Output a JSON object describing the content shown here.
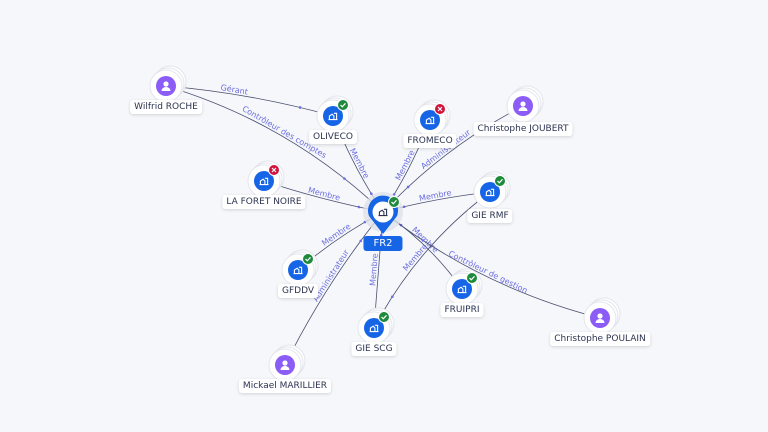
{
  "colors": {
    "company": "#1565e6",
    "person": "#8b5cf6",
    "active": "#1f8a3c",
    "inactive": "#d0143c",
    "edge": "#4a5070",
    "edge_label": "#6b6ee0"
  },
  "center": {
    "label": "FR2",
    "icon": "building-icon",
    "status": "active"
  },
  "nodes": [
    {
      "label": "Wilfrid ROCHE",
      "type": "person",
      "icon": "user-icon"
    },
    {
      "label": "OLIVECO",
      "type": "company",
      "icon": "building-icon",
      "status": "active"
    },
    {
      "label": "FROMECO",
      "type": "company",
      "icon": "building-icon",
      "status": "inactive"
    },
    {
      "label": "Christophe JOUBERT",
      "type": "person",
      "icon": "user-icon"
    },
    {
      "label": "LA FORET NOIRE",
      "type": "company",
      "icon": "building-icon",
      "status": "inactive"
    },
    {
      "label": "GIE RMF",
      "type": "company",
      "icon": "building-icon",
      "status": "active"
    },
    {
      "label": "GFDDV",
      "type": "company",
      "icon": "building-icon",
      "status": "active"
    },
    {
      "label": "GIE SCG",
      "type": "company",
      "icon": "building-icon",
      "status": "active"
    },
    {
      "label": "FRUIPRI",
      "type": "company",
      "icon": "building-icon",
      "status": "active"
    },
    {
      "label": "Christophe POULAIN",
      "type": "person",
      "icon": "user-icon"
    },
    {
      "label": "Mickael MARILLIER",
      "type": "person",
      "icon": "user-icon"
    }
  ],
  "edges": [
    {
      "label": "Gérant"
    },
    {
      "label": "Contrôleur des comptes"
    },
    {
      "label": "Membre"
    },
    {
      "label": "Membre"
    },
    {
      "label": "Administrateur"
    },
    {
      "label": "Membre"
    },
    {
      "label": "Membre"
    },
    {
      "label": "Membre"
    },
    {
      "label": "Membre"
    },
    {
      "label": "Membre"
    },
    {
      "label": "Contrôleur de gestion"
    },
    {
      "label": "Administrateur"
    },
    {
      "label": "Membre"
    }
  ]
}
